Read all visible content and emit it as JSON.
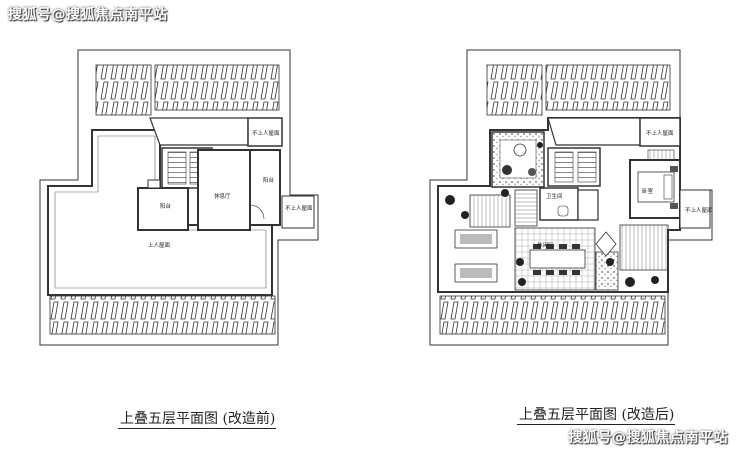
{
  "watermark": "搜狐号@搜狐焦点南平站",
  "captions": {
    "before": "上叠五层平面图 (改造前)",
    "after": "上叠五层平面图 (改造后)"
  },
  "before_rooms": {
    "terrace_unused_top": "不上人屋面",
    "terrace_unused_side": "不上人屋面",
    "balcony_right": "阳台",
    "balcony_left": "阳台",
    "lounge": "休息厅",
    "roof_terrace": "上人屋面"
  },
  "after_rooms": {
    "terrace_unused_top": "不上人屋面",
    "terrace_unused_side": "不上人屋面",
    "bedroom": "卧室",
    "bathroom": "卫生间",
    "lounge": "休闲区"
  },
  "colors": {
    "line": "#333333",
    "fill": "#ffffff",
    "wall": "#555555"
  }
}
